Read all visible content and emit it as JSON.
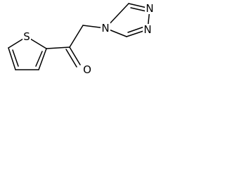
{
  "structure": {
    "atoms": {
      "sulfur": "S",
      "carbonyl_oxygen": "O",
      "triazole_n4": "N",
      "triazole_n1": "N",
      "triazole_n2": "N"
    },
    "colors": {
      "bond": "#000000",
      "label": "#000000",
      "background": "#ffffff"
    }
  }
}
